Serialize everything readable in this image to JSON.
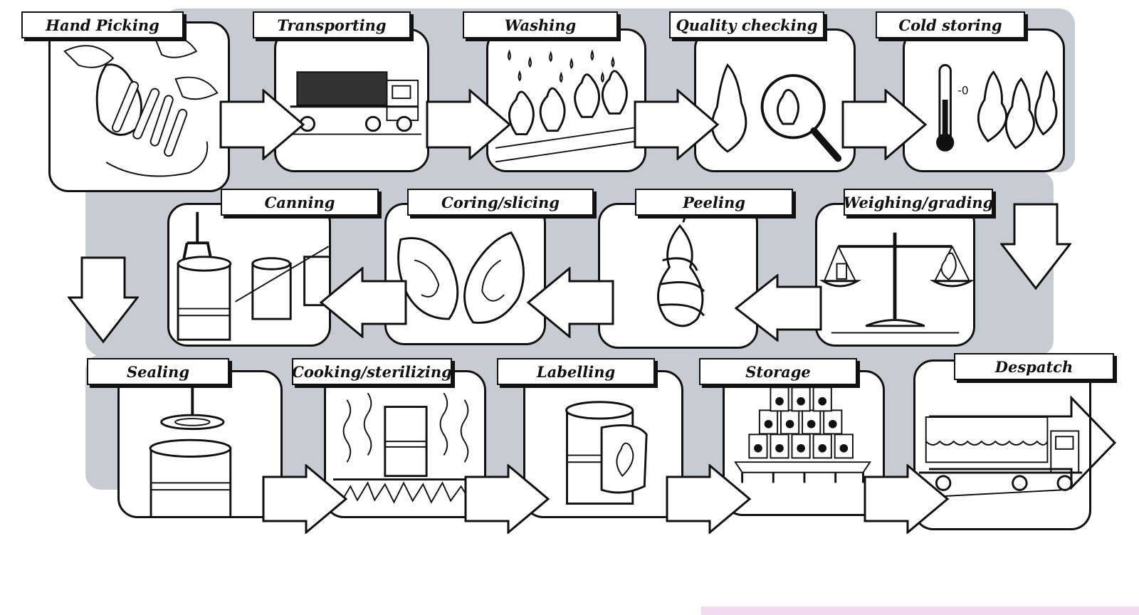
{
  "steps": [
    {
      "label": "Hand Picking"
    },
    {
      "label": "Transporting"
    },
    {
      "label": "Washing"
    },
    {
      "label": "Quality checking"
    },
    {
      "label": "Cold storing"
    },
    {
      "label": "Weighing/grading"
    },
    {
      "label": "Peeling"
    },
    {
      "label": "Coring/slicing"
    },
    {
      "label": "Canning"
    },
    {
      "label": "Sealing"
    },
    {
      "label": "Cooking/sterilizing"
    },
    {
      "label": "Labelling"
    },
    {
      "label": "Storage"
    },
    {
      "label": "Despatch"
    }
  ],
  "thermometer_text": "-0",
  "colors": {
    "band": "#c7cbd3",
    "ink": "#111111",
    "paper": "#ffffff",
    "pink_strip": "#f1dbf1"
  }
}
